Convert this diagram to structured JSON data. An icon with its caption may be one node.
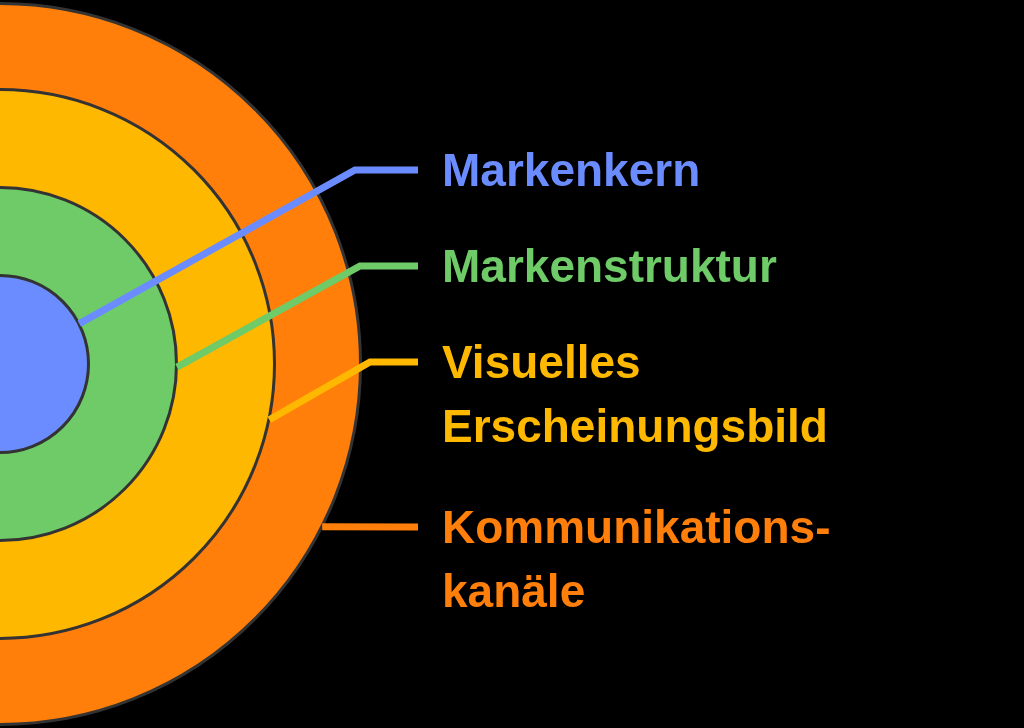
{
  "diagram": {
    "nodes": [
      {
        "text": [],
        "shape": "circle"
      },
      {
        "text": [],
        "shape": "circle",
        "in": 0
      },
      {
        "text": [],
        "shape": "circle",
        "in": 1
      },
      {
        "text": [],
        "shape": "circle",
        "in": 2
      },
      {
        "text": [
          "Markenkern"
        ]
      },
      {
        "text": [
          "Markenstruktur"
        ]
      },
      {
        "text": [
          "Visuelles Erscheinungsbild"
        ]
      },
      {
        "text": [
          "Kommunikations-kanäle"
        ]
      }
    ],
    "edges": [
      {
        "from": 4,
        "to": 3,
        "arrow": "none",
        "color": "#6b8cff"
      },
      {
        "from": 5,
        "to": 2,
        "arrow": "none",
        "color": "#6ecb68"
      },
      {
        "from": 6,
        "to": 1,
        "arrow": "none",
        "color": "#ffb800"
      },
      {
        "from": 7,
        "to": 0,
        "arrow": "none",
        "color": "#ff7f0a"
      }
    ]
  }
}
